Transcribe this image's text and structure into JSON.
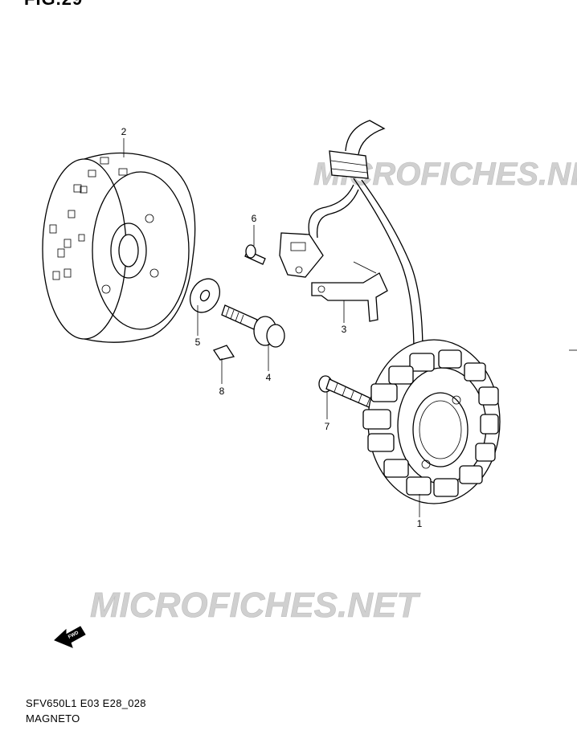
{
  "header": {
    "figure_title": "FIG.29"
  },
  "watermark": {
    "text": "MICROFICHES.NET"
  },
  "callouts": [
    {
      "id": "1",
      "label": "1"
    },
    {
      "id": "2",
      "label": "2"
    },
    {
      "id": "3",
      "label": "3"
    },
    {
      "id": "4",
      "label": "4"
    },
    {
      "id": "5",
      "label": "5"
    },
    {
      "id": "6",
      "label": "6"
    },
    {
      "id": "7",
      "label": "7"
    },
    {
      "id": "8",
      "label": "8"
    }
  ],
  "fwd_arrow": {
    "label": "FWD"
  },
  "footer": {
    "model_code": "SFV650L1 E03 E28_028",
    "section_name": "MAGNETO"
  },
  "colors": {
    "line": "#000000",
    "watermark": "#c8c8c8",
    "background": "#ffffff"
  }
}
